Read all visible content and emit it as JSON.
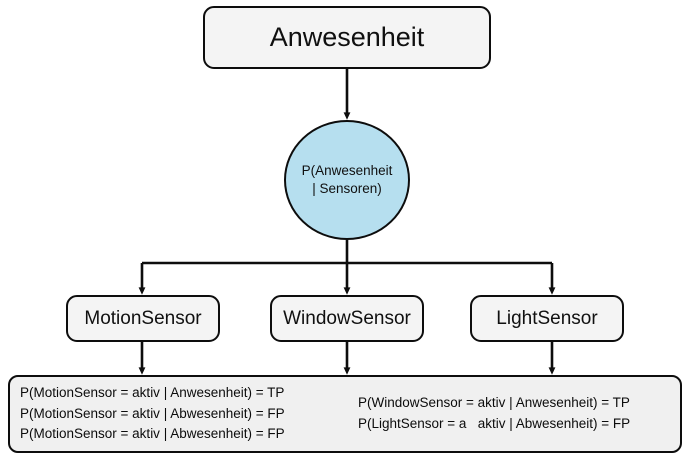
{
  "diagram": {
    "title_node": {
      "label": "Anwesenheit"
    },
    "inference_node": {
      "line1": "P(Anwesenheit",
      "line2": "| Sensoren)",
      "fill_color": "#b6dfef"
    },
    "sensor_nodes": [
      {
        "label": "MotionSensor"
      },
      {
        "label": "WindowSensor"
      },
      {
        "label": "LightSensor"
      }
    ],
    "cpt_panel": {
      "left_column": [
        "P(MotionSensor = aktiv | Anwesenheit) = TP",
        "P(MotionSensor = aktiv | Abwesenheit) = FP",
        "P(MotionSensor = aktiv | Abwesenheit) = FP"
      ],
      "right_column": [
        "P(WindowSensor = aktiv | Anwesenheit) = TP",
        "P(LightSensor = a   aktiv | Abwesenheit) = FP"
      ]
    },
    "colors": {
      "node_fill": "#f4f4f4",
      "panel_fill": "#f0f0f0",
      "stroke": "#0d0d0d",
      "background": "#ffffff"
    }
  }
}
